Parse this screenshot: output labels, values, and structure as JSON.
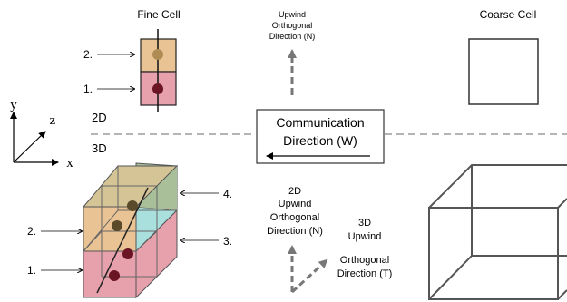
{
  "labels": {
    "fine_cell": "Fine Cell",
    "coarse_cell": "Coarse Cell",
    "upwind_orth_n_2d_line1": "Upwind",
    "upwind_orth_n_2d_line2": "Orthogonal",
    "upwind_orth_n_2d_line3": "Direction (N)",
    "comm_line1": "Communication",
    "comm_line2": "Direction (W)",
    "dim_2d": "2D",
    "dim_3d": "3D",
    "axis_y": "y",
    "axis_z": "z",
    "axis_x": "x",
    "fine2d_label_2": "2.",
    "fine2d_label_1": "1.",
    "fine3d_label_2": "2.",
    "fine3d_label_1": "1.",
    "fine3d_label_4": "4.",
    "fine3d_label_3": "3.",
    "n3d_line1": "2D",
    "n3d_line2": "Upwind",
    "n3d_line3": "Orthogonal",
    "n3d_line4": "Direction (N)",
    "t3d_line1": "3D",
    "t3d_line2": "Upwind",
    "t3d_line3": "Orthogonal",
    "t3d_line4": "Direction (T)"
  },
  "colors": {
    "tan": "#e9c393",
    "pink": "#e7a1ad",
    "green": "#a9bf9a",
    "cyan": "#a9e0de",
    "dot_tan": "#b08c55",
    "dot_dark": "#6a1424",
    "dashed_gray": "#888888"
  }
}
